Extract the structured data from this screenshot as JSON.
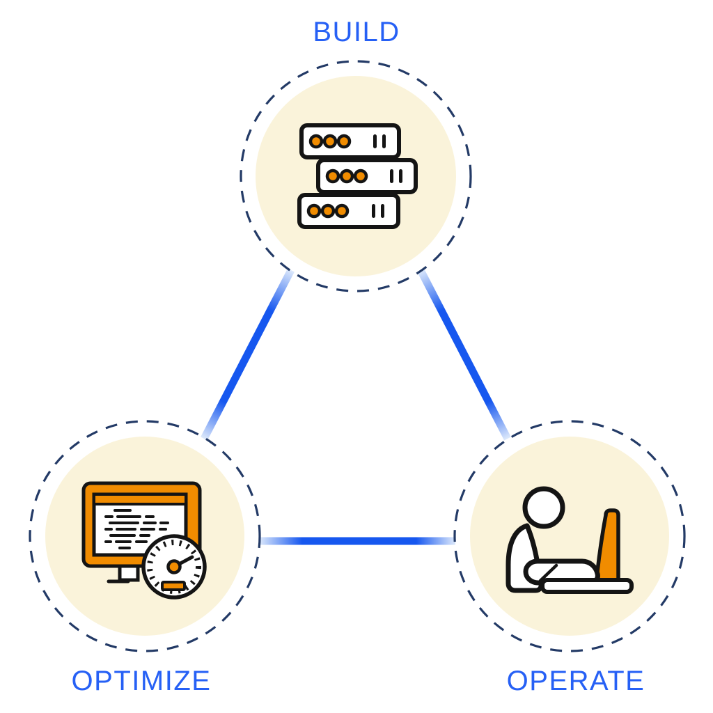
{
  "diagram_title": "Build Operate Optimize cycle",
  "nodes": [
    {
      "id": "build",
      "label": "BUILD",
      "icon": "server-stack-icon",
      "position": "top"
    },
    {
      "id": "optimize",
      "label": "OPTIMIZE",
      "icon": "monitor-speedometer-icon",
      "position": "bottom-left"
    },
    {
      "id": "operate",
      "label": "OPERATE",
      "icon": "person-at-laptop-icon",
      "position": "bottom-right"
    }
  ],
  "connectors": [
    {
      "from": "build",
      "to": "optimize"
    },
    {
      "from": "build",
      "to": "operate"
    },
    {
      "from": "optimize",
      "to": "operate"
    }
  ],
  "colors": {
    "background": "#ffffff",
    "label_blue": "#2660f5",
    "dashed_ring_navy": "#233a66",
    "circle_fill_cream": "#faf3da",
    "icon_orange": "#f18c00",
    "icon_outline_black": "#141414",
    "connector_blue": "#1657ef",
    "connector_fade": "#dde9fb"
  }
}
